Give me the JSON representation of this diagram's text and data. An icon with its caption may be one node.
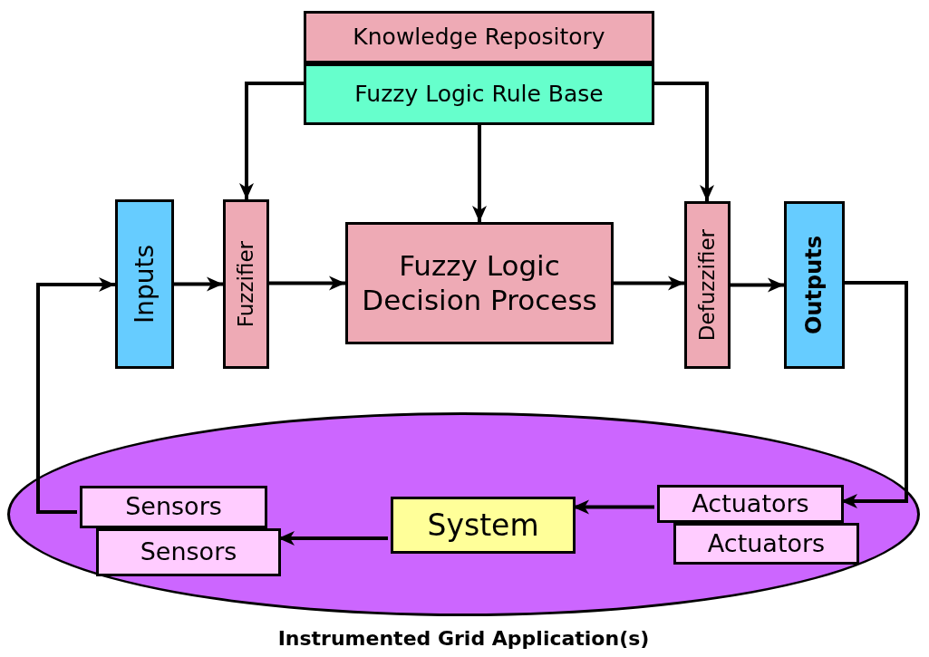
{
  "diagram": {
    "nodes": [
      {
        "text": [
          "Knowledge Repository"
        ]
      },
      {
        "text": [
          "Fuzzy Logic Rule Base"
        ]
      },
      {
        "text": [
          "Inputs"
        ]
      },
      {
        "text": [
          "Fuzzifier"
        ]
      },
      {
        "text": [
          "Fuzzy Logic Decision Process"
        ]
      },
      {
        "text": [
          "Defuzzifier"
        ]
      },
      {
        "text": [
          "Outputs"
        ]
      },
      {
        "text": [
          "Instrumented Grid Application(s)"
        ]
      },
      {
        "text": [
          "Sensors"
        ],
        "in": 7
      },
      {
        "text": [
          "Sensors"
        ],
        "in": 7
      },
      {
        "text": [
          "System"
        ],
        "in": 7
      },
      {
        "text": [
          "Actuators"
        ],
        "in": 7
      },
      {
        "text": [
          "Actuators"
        ],
        "in": 7
      }
    ],
    "edges": [
      {
        "from": 1,
        "to": 3,
        "arrow": "to"
      },
      {
        "from": 1,
        "to": 4,
        "arrow": "to"
      },
      {
        "from": 1,
        "to": 5,
        "arrow": "to"
      },
      {
        "from": 2,
        "to": 3,
        "arrow": "to"
      },
      {
        "from": 3,
        "to": 4,
        "arrow": "to"
      },
      {
        "from": 4,
        "to": 5,
        "arrow": "to"
      },
      {
        "from": 5,
        "to": 6,
        "arrow": "to"
      },
      {
        "from": 6,
        "to": 11,
        "arrow": "to"
      },
      {
        "from": 11,
        "to": 10,
        "arrow": "to"
      },
      {
        "from": 10,
        "to": 9,
        "arrow": "to"
      },
      {
        "from": 8,
        "to": 2,
        "arrow": "to"
      }
    ]
  }
}
